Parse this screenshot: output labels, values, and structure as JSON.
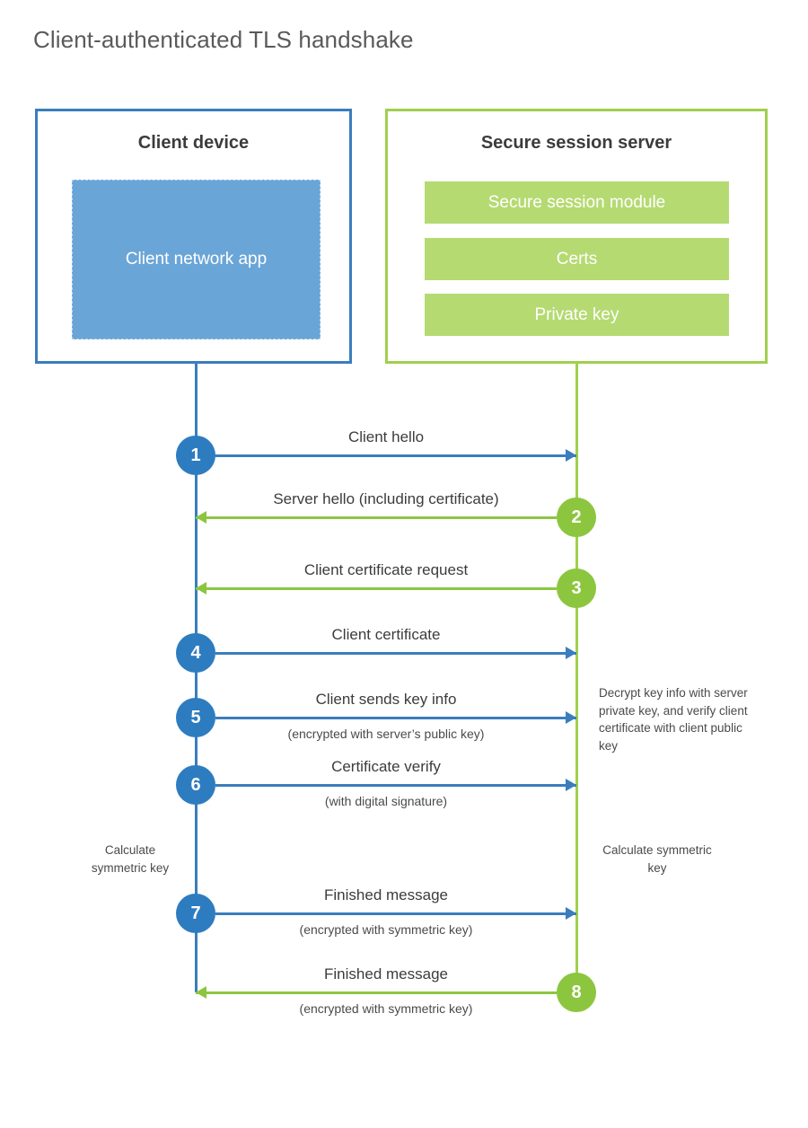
{
  "title": "Client-authenticated TLS handshake",
  "colors": {
    "client_accent": "#3a7dbd",
    "client_fill": "#6aa5d8",
    "client_circle": "#2e7cc0",
    "server_accent": "#a0cf4e",
    "server_fill": "#b5da72",
    "server_circle": "#8cc63f",
    "text": "#3c3c3c",
    "title_text": "#5a5a5a",
    "background": "#ffffff"
  },
  "parties": {
    "client": {
      "title": "Client device",
      "app_label": "Client network app"
    },
    "server": {
      "title": "Secure session server",
      "modules": [
        "Secure session module",
        "Certs",
        "Private key"
      ]
    }
  },
  "steps": [
    {
      "number": "1",
      "label": "Client hello",
      "sub": "",
      "direction": "client-to-server",
      "side": "client",
      "color": "blue"
    },
    {
      "number": "2",
      "label": "Server hello (including certificate)",
      "sub": "",
      "direction": "server-to-client",
      "side": "server",
      "color": "green"
    },
    {
      "number": "3",
      "label": "Client certificate request",
      "sub": "",
      "direction": "server-to-client",
      "side": "server",
      "color": "green"
    },
    {
      "number": "4",
      "label": "Client certificate",
      "sub": "",
      "direction": "client-to-server",
      "side": "client",
      "color": "blue"
    },
    {
      "number": "5",
      "label": "Client sends key info",
      "sub": "(encrypted with server’s public key)",
      "direction": "client-to-server",
      "side": "client",
      "color": "blue"
    },
    {
      "number": "6",
      "label": "Certificate verify",
      "sub": "(with digital signature)",
      "direction": "client-to-server",
      "side": "client",
      "color": "blue"
    },
    {
      "number": "7",
      "label": "Finished message",
      "sub": "(encrypted with symmetric key)",
      "direction": "client-to-server",
      "side": "client",
      "color": "blue"
    },
    {
      "number": "8",
      "label": "Finished message",
      "sub": "(encrypted with symmetric key)",
      "direction": "server-to-client",
      "side": "server",
      "color": "green"
    }
  ],
  "notes": {
    "server_decrypt": "Decrypt key info with server private key, and verify client certificate with client public key",
    "client_symmetric_key": "Calculate symmetric key",
    "server_symmetric_key": "Calculate symmetric key"
  }
}
